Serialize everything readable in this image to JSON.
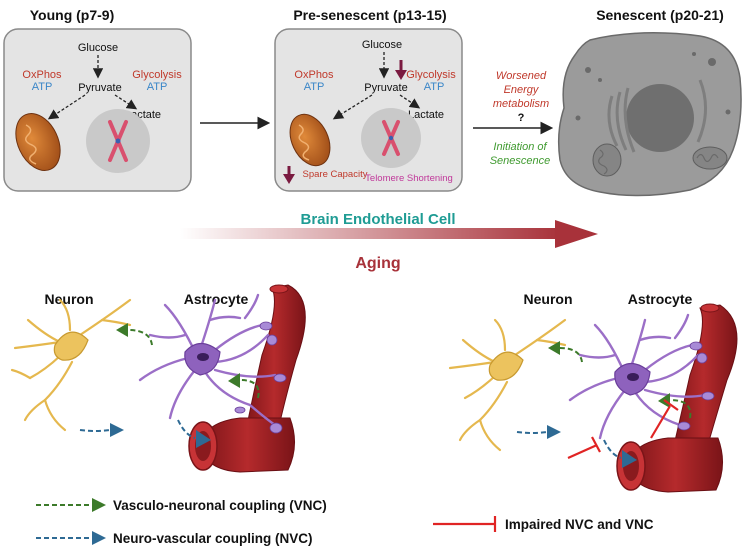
{
  "stages": {
    "young": "Young (p7-9)",
    "pre": "Pre-senescent  (p13-15)",
    "senescent": "Senescent  (p20-21)"
  },
  "cell": {
    "glucose": "Glucose",
    "oxphos": "OxPhos",
    "atp": "ATP",
    "glycolysis": "Glycolysis",
    "pyruvate": "Pyruvate",
    "lactate": "Lactate",
    "spare_capacity": "Spare Capacity",
    "telomere": "Telomere Shortening"
  },
  "transition": {
    "worsened_line1": "Worsened",
    "worsened_line2": "Energy",
    "worsened_line3": "metabolism",
    "question": "?",
    "initiation_line1": "Initiation of",
    "initiation_line2": "Senescence"
  },
  "middle": {
    "endothelial": "Brain Endothelial Cell",
    "aging": "Aging"
  },
  "bottom": {
    "neuron": "Neuron",
    "astrocyte": "Astrocyte"
  },
  "legend": {
    "vnc": "Vasculo-neuronal coupling  (VNC)",
    "nvc": "Neuro-vascular coupling (NVC)",
    "impaired": "Impaired NVC and VNC"
  },
  "colors": {
    "red_text": "#c0392b",
    "blue_text": "#3a86c8",
    "teal_text": "#1f9c94",
    "green_text": "#3f9a2f",
    "magenta_text": "#c0399a",
    "aging_arrow": "#a8323a",
    "green_arrow": "#3c7a2a",
    "blue_arrow": "#2e6a94",
    "inhibit": "#e02424"
  }
}
